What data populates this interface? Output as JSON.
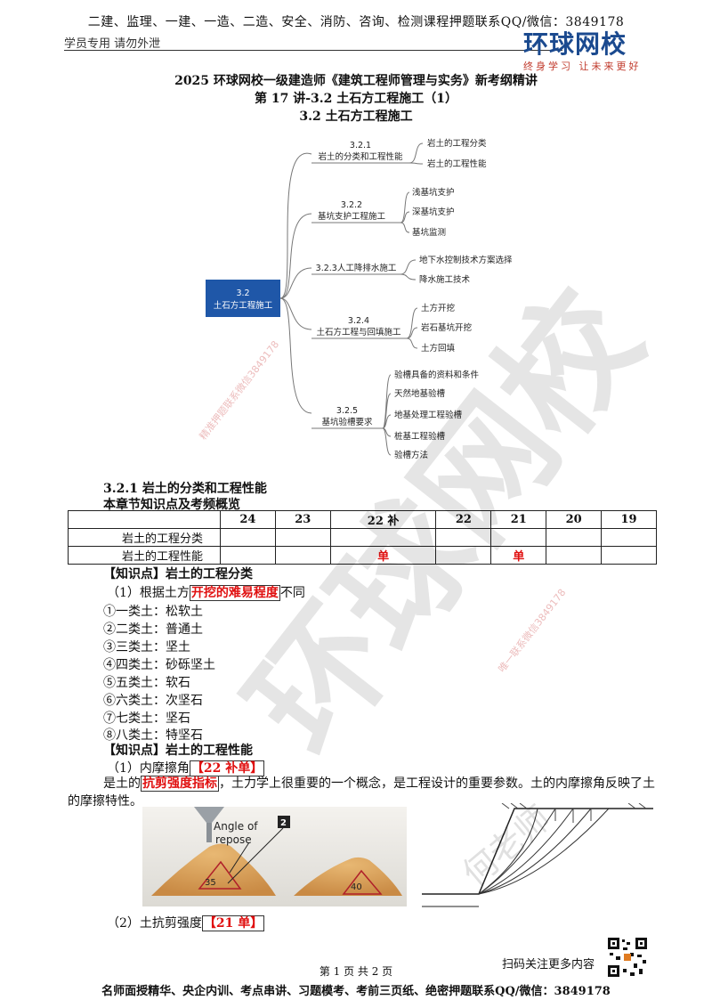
{
  "header": {
    "top_line": "二建、监理、一建、一造、二造、安全、消防、咨询、检测课程押题联系QQ/微信：3849178",
    "left_text": "学员专用 请勿外泄",
    "logo_main": "环球网校",
    "logo_sub": "终身学习 让未来更好"
  },
  "titles": {
    "line1": "2025 环球网校一级建造师《建筑工程师管理与实务》新考纲精讲",
    "line2": "第 17 讲-3.2 土石方工程施工（1）",
    "line3": "3.2 土石方工程施工"
  },
  "mindmap": {
    "root_code": "3.2",
    "root_label": "土石方工程施工",
    "branches": [
      {
        "code": "3.2.1",
        "label": "岩土的分类和工程性能",
        "leaves": [
          "岩土的工程分类",
          "岩土的工程性能"
        ]
      },
      {
        "code": "3.2.2",
        "label": "基坑支护工程施工",
        "leaves": [
          "浅基坑支护",
          "深基坑支护",
          "基坑监测"
        ]
      },
      {
        "code": "3.2.3",
        "label": "3.2.3人工降排水施工",
        "leaves": [
          "地下水控制技术方案选择",
          "降水施工技术"
        ]
      },
      {
        "code": "3.2.4",
        "label": "土石方工程与回填施工",
        "leaves": [
          "土方开挖",
          "岩石基坑开挖",
          "土方回填"
        ]
      },
      {
        "code": "3.2.5",
        "label": "基坑验槽要求",
        "leaves": [
          "验槽具备的资料和条件",
          "天然地基验槽",
          "地基处理工程验槽",
          "桩基工程验槽",
          "验槽方法"
        ]
      }
    ]
  },
  "section": {
    "title": "3.2.1 岩土的分类和工程性能",
    "subtitle": "本章节知识点及考频概览"
  },
  "freq_table": {
    "years": [
      "24",
      "23",
      "22 补",
      "22",
      "21",
      "20",
      "19"
    ],
    "rows": [
      {
        "label": "岩土的工程分类",
        "cells": [
          "",
          "",
          "",
          "",
          "",
          "",
          ""
        ]
      },
      {
        "label": "岩土的工程性能",
        "cells": [
          "",
          "",
          "单",
          "",
          "单",
          "",
          ""
        ]
      }
    ]
  },
  "kp1": {
    "heading": "【知识点】岩土的工程分类",
    "intro_pre": "（1）根据土方",
    "intro_box": "开挖的难易程度",
    "intro_post": "不同",
    "items": [
      "①一类土：松软土",
      "②二类土：普通土",
      "③三类土：坚土",
      "④四类土：砂砾坚土",
      "⑤五类土：软石",
      "⑥六类土：次坚石",
      "⑦七类土：坚石",
      "⑧八类土：特坚石"
    ]
  },
  "kp2": {
    "heading": "【知识点】岩土的工程性能",
    "item1_pre": "（1）内摩擦角",
    "item1_tag": "【22 补单】",
    "para_pre": "是土的",
    "para_box": "抗剪强度指标",
    "para_post": "，土力学上很重要的一个概念，是工程设计的重要参数。土的内摩擦角反映了土的摩擦特性。",
    "item2_pre": "（2）土抗剪强度",
    "item2_tag": "【21 单】"
  },
  "figure": {
    "angle_label_line1": "Angle of",
    "angle_label_line2": "repose",
    "marker": "2",
    "angle_a": "35",
    "angle_b": "40"
  },
  "footer": {
    "scan_hint": "扫码关注更多内容",
    "page_num": "第 1 页 共 2 页",
    "bottom_line": "名师面授精华、央企内训、考点串讲、习题模考、考前三页纸、绝密押题联系QQ/微信：3849178"
  },
  "watermarks": {
    "big": "环球网校",
    "small1": "精准押题联系微信3849178",
    "small2": "唯一联系微信3849178",
    "sign": "何老师"
  },
  "colors": {
    "accent_red": "#e01010",
    "brand_blue": "#1b4a8f",
    "root_node": "#1f57a8"
  }
}
